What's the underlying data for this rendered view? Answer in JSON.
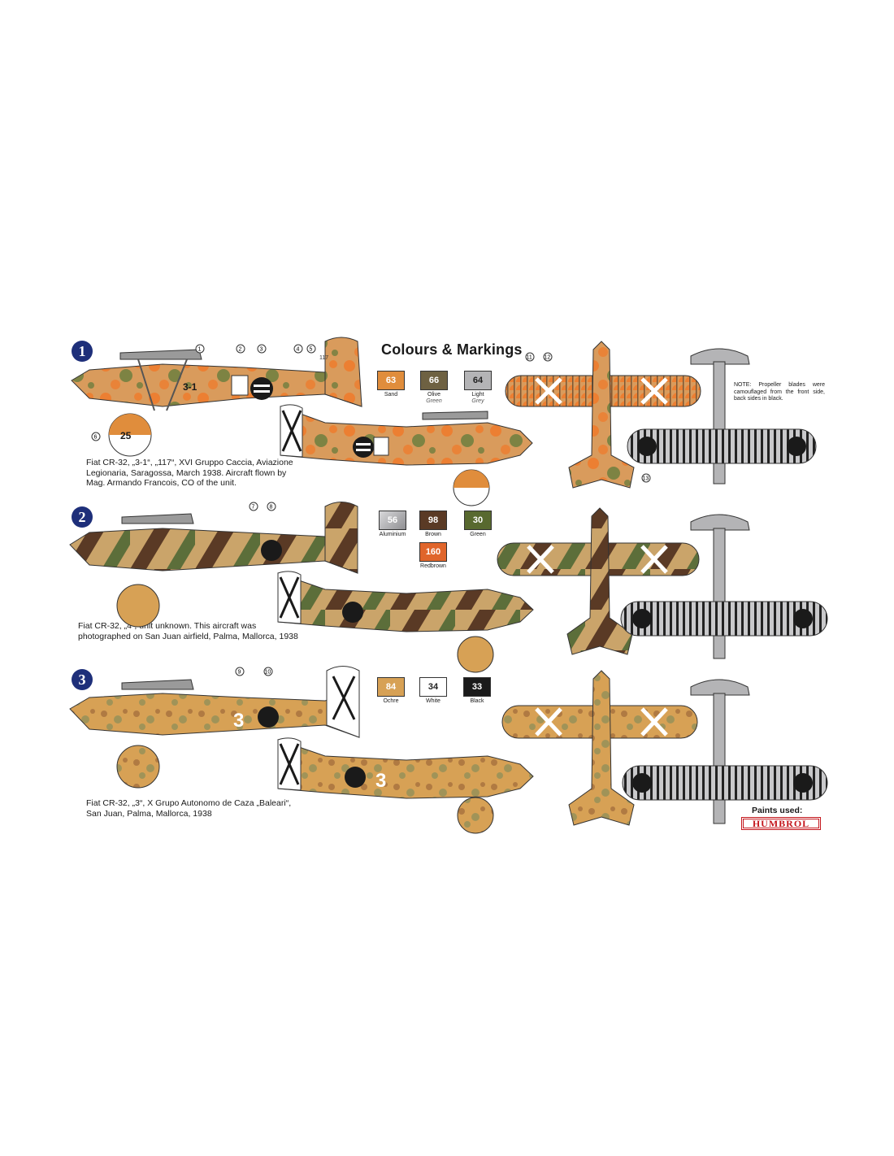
{
  "title": "Colours & Markings",
  "schemes": [
    {
      "number": "1",
      "caption": [
        "Fiat CR-32, „3-1“, „117“, XVI Gruppo Caccia, Aviazione",
        "Legionaria, Saragossa, March 1938. Aircraft flown by",
        "Mag. Armando Francois, CO of the unit."
      ],
      "fuselage_code": "3-1",
      "wheel_code": "25",
      "tail_code": "117"
    },
    {
      "number": "2",
      "caption": [
        "Fiat CR-32, „4“, unit unknown. This aircraft was",
        "photographed on San Juan airfield, Palma, Mallorca, 1938"
      ]
    },
    {
      "number": "3",
      "caption": [
        "Fiat CR-32, „3“, X Grupo Autonomo de Caza „Baleari“,",
        "San Juan, Palma, Mallorca, 1938"
      ],
      "fuselage_code": "3"
    }
  ],
  "paints": [
    {
      "code": "63",
      "name": "Sand",
      "color": "#e08d3c",
      "text": "#ffffff"
    },
    {
      "code": "66",
      "name": "Olive",
      "sub": "Green",
      "color": "#6e6142",
      "text": "#ffffff"
    },
    {
      "code": "64",
      "name": "Light",
      "sub": "Grey",
      "color": "#b4b4b6",
      "text": "#222222"
    },
    {
      "code": "56",
      "name": "Aluminium",
      "color": "#a9a9ab",
      "text": "#ffffff"
    },
    {
      "code": "98",
      "name": "Brown",
      "color": "#5a3a25",
      "text": "#ffffff"
    },
    {
      "code": "30",
      "name": "Green",
      "color": "#58692f",
      "text": "#ffffff"
    },
    {
      "code": "160",
      "name": "Redbrown",
      "color": "#e0652b",
      "text": "#ffffff"
    },
    {
      "code": "84",
      "name": "Ochre",
      "color": "#d7a155",
      "text": "#ffffff"
    },
    {
      "code": "34",
      "name": "White",
      "color": "#ffffff",
      "text": "#222222"
    },
    {
      "code": "33",
      "name": "Black",
      "color": "#1a1a1a",
      "text": "#ffffff"
    }
  ],
  "callouts": {
    "n1": "1",
    "n2": "2",
    "n3": "3",
    "n4": "4",
    "n5": "5",
    "n6": "6",
    "n7": "7",
    "n8": "8",
    "n9": "9",
    "n10": "10",
    "n11": "11",
    "n12": "12",
    "n13": "13"
  },
  "note": "NOTE: Propeller blades were camouflaged from the front side, back sides in black.",
  "paints_used_label": "Paints used:",
  "brand": "HUMBROL"
}
